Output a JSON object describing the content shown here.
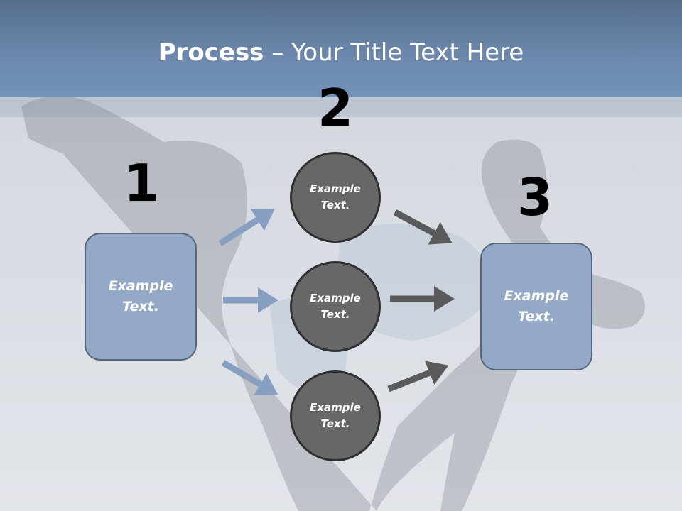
{
  "title": {
    "bold": "Process",
    "rest": " – Your Title Text Here"
  },
  "steps": {
    "one": "1",
    "two": "2",
    "three": "3"
  },
  "nodes": {
    "start_box": "Example\nText.",
    "circle_top": "Example\nText.",
    "circle_middle": "Example\nText.",
    "circle_bottom": "Example\nText.",
    "end_box": "Example\nText."
  },
  "colors": {
    "header": "#6b87ab",
    "box_fill": "#93a9c7",
    "circle_fill": "#676767",
    "arrow_blue": "#87a0c2",
    "arrow_dark": "#5a5a5a"
  }
}
